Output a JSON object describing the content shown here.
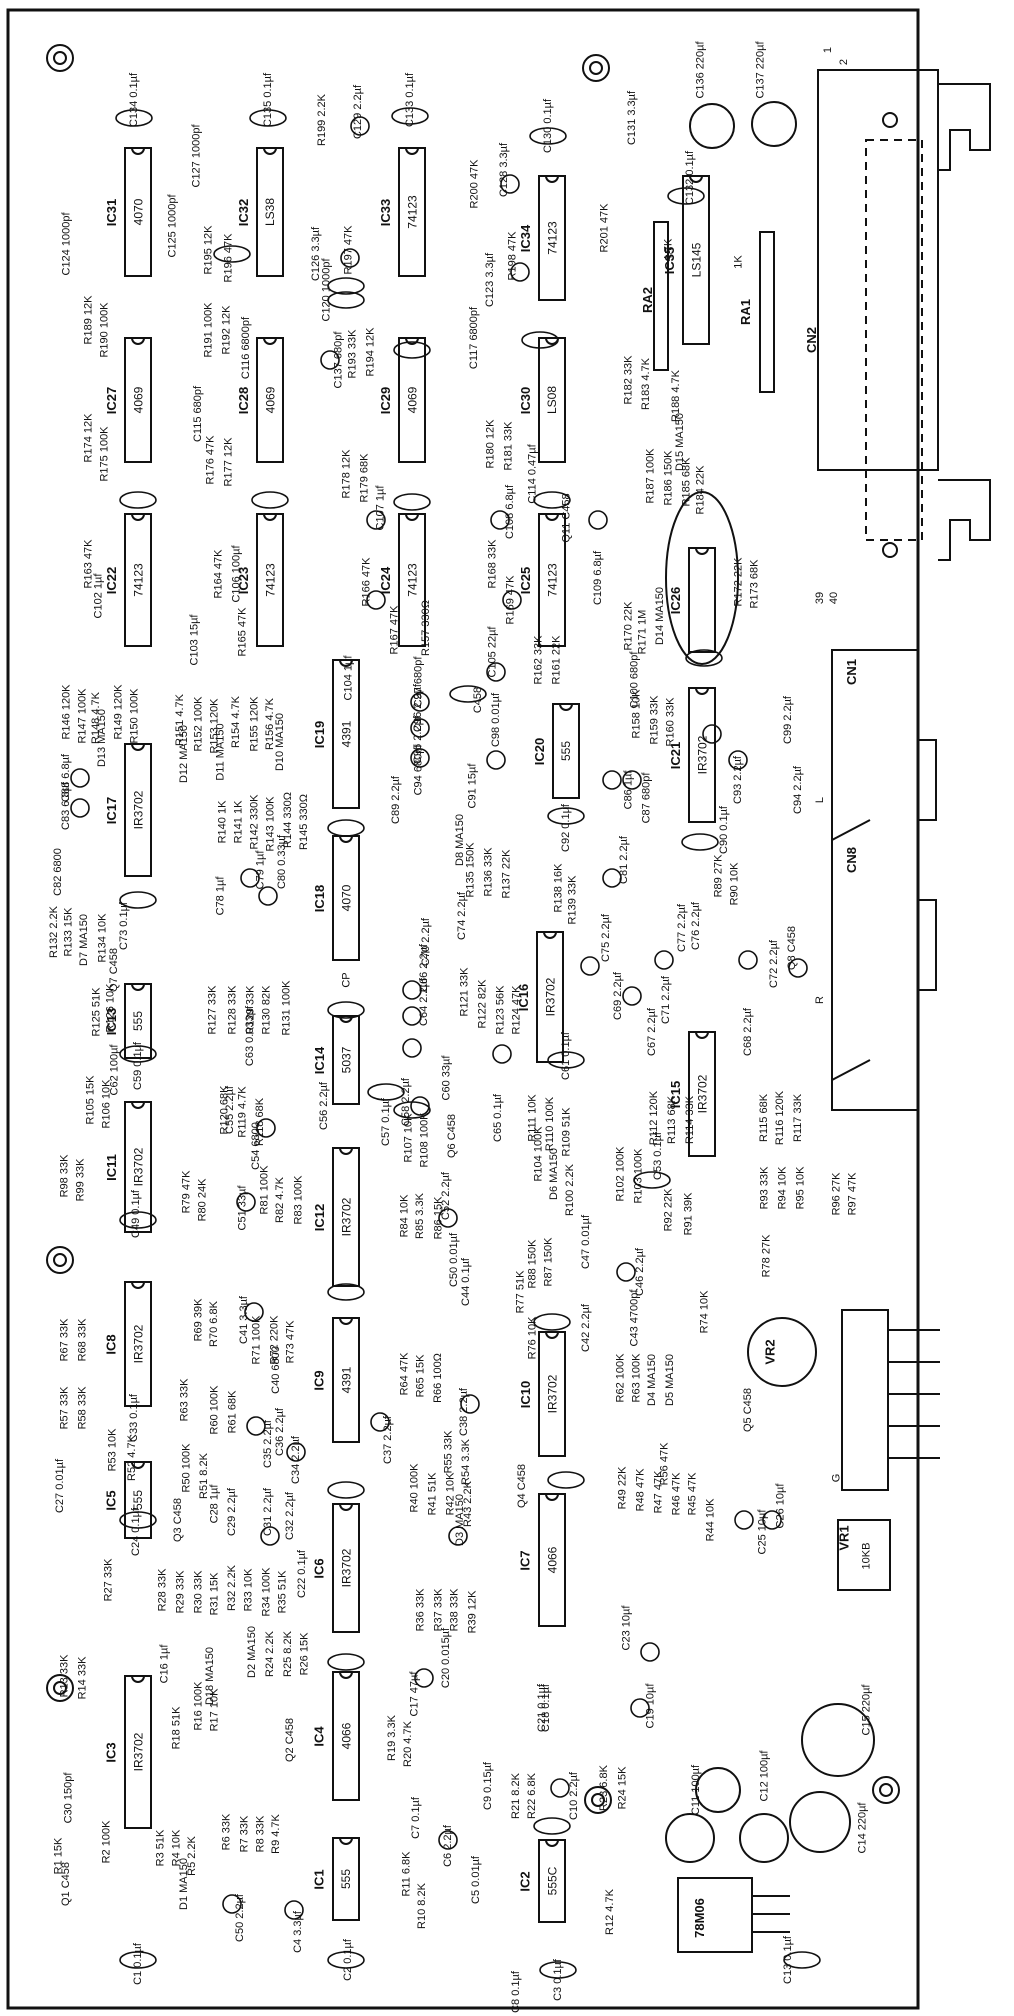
{
  "board": {
    "connectors": {
      "cn1": "CN1",
      "cn2": "CN2",
      "cn8": "CN8",
      "cn2_pin1": "1",
      "cn2_pin2": "2",
      "cn2_pin39": "39",
      "cn2_pin40": "40",
      "pin_g": "G",
      "pin_l": "L",
      "pin_r": "R"
    },
    "regulator": "78M06",
    "vr1": "VR1",
    "vr1_value": "10KB",
    "vr2": "VR2",
    "ics": [
      {
        "ref": "IC31",
        "part": "4070"
      },
      {
        "ref": "IC32",
        "part": "LS38"
      },
      {
        "ref": "IC33",
        "part": "74123"
      },
      {
        "ref": "IC34",
        "part": "74123"
      },
      {
        "ref": "IC35",
        "part": "LS145"
      },
      {
        "ref": "IC27",
        "part": "4069"
      },
      {
        "ref": "IC28",
        "part": "4069"
      },
      {
        "ref": "IC29",
        "part": "4069"
      },
      {
        "ref": "IC30",
        "part": "LS08"
      },
      {
        "ref": "IC22",
        "part": "74123"
      },
      {
        "ref": "IC23",
        "part": "74123"
      },
      {
        "ref": "IC24",
        "part": "74123"
      },
      {
        "ref": "IC25",
        "part": "74123"
      },
      {
        "ref": "IC26",
        "part": ""
      },
      {
        "ref": "IC17",
        "part": "IR3702"
      },
      {
        "ref": "IC18",
        "part": "4070"
      },
      {
        "ref": "IC19",
        "part": "4391"
      },
      {
        "ref": "IC20",
        "part": "555"
      },
      {
        "ref": "IC21",
        "part": "IR3702"
      },
      {
        "ref": "IC13",
        "part": "555"
      },
      {
        "ref": "IC14",
        "part": "5037"
      },
      {
        "ref": "IC16",
        "part": "IR3702"
      },
      {
        "ref": "IC15",
        "part": "IR3702"
      },
      {
        "ref": "IC11",
        "part": "IR3702"
      },
      {
        "ref": "IC12",
        "part": "IR3702"
      },
      {
        "ref": "IC8",
        "part": "IR3702"
      },
      {
        "ref": "IC9",
        "part": "4391"
      },
      {
        "ref": "IC10",
        "part": "IR3702"
      },
      {
        "ref": "IC5",
        "part": "555"
      },
      {
        "ref": "IC6",
        "part": "IR3702"
      },
      {
        "ref": "IC7",
        "part": "4066"
      },
      {
        "ref": "IC3",
        "part": "IR3702"
      },
      {
        "ref": "IC4",
        "part": "4066"
      },
      {
        "ref": "IC1",
        "part": "555"
      },
      {
        "ref": "IC2",
        "part": "555C"
      }
    ],
    "ras": [
      {
        "ref": "RA2",
        "value": "4.7K"
      },
      {
        "ref": "RA1",
        "value": "1K"
      }
    ],
    "labels": {
      "c134": "C134 0.1µf",
      "c135": "C135 0.1µf",
      "c133": "C133 0.1µf",
      "c130": "C130 0.1µf",
      "c131": "C131 3.3µf",
      "c136": "C136 220µf",
      "c137": "C137 220µf",
      "c124": "C124 1000pf",
      "c125": "C125 1000pf",
      "c127": "C127 1000pf",
      "r195": "R195 12K",
      "r196": "R196 47K",
      "r199": "R199 2.2K",
      "c129": "C129 2.2µf",
      "c126": "C126 3.3µf",
      "r197": "R197 47K",
      "r200": "R200 47K",
      "c128": "C128 3.3µf",
      "c123": "C123 3.3µf",
      "r198": "R198 47K",
      "r201": "R201 47K",
      "c132": "C132 0.1µf",
      "r189": "R189 12K",
      "r190": "R190 100K",
      "r191": "R191 100K",
      "r192": "R192 12K",
      "c116": "C116 6800pf",
      "c120": "C120 1000pf",
      "c137b": "C137 680pf",
      "r193": "R193 33K",
      "r194": "R194 12K",
      "c117": "C117 6800pf",
      "r182": "R182 33K",
      "r183": "R183 4.7K",
      "r188": "R188 4.7K",
      "d15": "D15 MA150",
      "r174": "R174 12K",
      "r175": "R175 100K",
      "c115": "C115 680pf",
      "r176": "R176 47K",
      "r177": "R177 12K",
      "r178": "R178 12K",
      "r179": "R179 68K",
      "r180": "R180 12K",
      "r181": "R181 33K",
      "c114": "C114 0.47µf",
      "q11": "Q11 C458",
      "r187": "R187 100K",
      "r186": "R186 150K",
      "r185": "R185 68K",
      "r184": "R184 22K",
      "r163": "R163 47K",
      "c102": "C102 1µf",
      "r164": "R164 47K",
      "c106": "C106 100µf",
      "c107": "C107 1µf",
      "c103": "C103 15µf",
      "r165": "R165 47K",
      "r166": "R166 47K",
      "r167": "R167 47K",
      "c104": "C104 1µf",
      "r168": "R168 33K",
      "c108": "C108 6.8µf",
      "r169": "R169 47K",
      "c105": "C105 22µf",
      "c109": "C109 6.8µf",
      "r170": "R170 22K",
      "r171": "R171 1M",
      "d14": "D14 MA150",
      "r172": "R172 22K",
      "r173": "R173 68K",
      "r146": "R146 120K",
      "r147": "R147 100K",
      "r148": "R148 4.7K",
      "d13": "D13 MA150",
      "r149": "R149 120K",
      "r150": "R150 100K",
      "r151": "R151 4.7K",
      "d12": "D12 MA150",
      "r152": "R152 100K",
      "r153": "R153 120K",
      "d11": "D11 MA150",
      "r154": "R154 4.7K",
      "r155": "R155 120K",
      "r156": "R156 4.7K",
      "d10": "D10 MA150",
      "c97": "C97 680pf",
      "c96": "C96 2.2µf",
      "c95": "C95 2.2µf",
      "c94": "C94 680pf",
      "c89": "C89 2.2µf",
      "r157": "R157 330Ω",
      "r162": "R162 33K",
      "r161": "R161 22K",
      "c458": "C458",
      "c100": "C100 680pf",
      "c98": "C98 0.01µf",
      "c91": "C91 15µf",
      "c93": "C93 2.2µf",
      "c99": "C99 2.2µf",
      "c94b": "C94 2.2µf",
      "c88": "C88 6.8µf",
      "c83": "C83 6.8µf",
      "c82": "C82 6800",
      "c73": "C73 0.1µf",
      "r132": "R132 2.2K",
      "r133": "R133 15K",
      "d7": "D7 MA150",
      "r134": "R134 10K",
      "r140": "R140 1K",
      "r141": "R141 1K",
      "r142": "R142 330K",
      "r143": "R143 100K",
      "r144": "R144 330Ω",
      "r145": "R145 330Ω",
      "c78": "C78 1µf",
      "c79": "C79 1µf",
      "c80": "C80 0.33µf",
      "c86": "C86 1µf",
      "c87": "C87 680pf",
      "c92": "C92 0.1µf",
      "r158": "R158 10K",
      "r159": "R159 33K",
      "r160": "R160 33K",
      "d8": "D8 MA150",
      "r135": "R135 150K",
      "r136": "R136 33K",
      "r137": "R137 22K",
      "r138": "R138 16K",
      "r139": "R139 33K",
      "r89": "R89 27K",
      "r90": "R90 10K",
      "c90": "C90 0.1µf",
      "c74": "C74 2.2µf",
      "c81": "C81 2.2µf",
      "c75": "C75 2.2µf",
      "c77": "C77 2.2µf",
      "c76": "C76 2.2µf",
      "c72": "C72 2.2µf",
      "c71": "C71 2.2µf",
      "c69": "C69 2.2µf",
      "c67": "C67 2.2µf",
      "c68": "C68 2.2µf",
      "c70": "C70 2.2µf",
      "c66": "C66 2.2µf",
      "c64": "C64 2.2µf",
      "c60": "C60 33µf",
      "q7": "Q7 C458",
      "q8": "Q8 C458",
      "r121": "R121 33K",
      "r122": "R122 82K",
      "r123": "R123 56K",
      "r124": "R124 47K",
      "r126": "R126 10K",
      "r125": "R125 51K",
      "c62": "C62 100µf",
      "c63": "C63 0.033µf",
      "r127": "R127 33K",
      "r128": "R128 33K",
      "r129": "R129 33K",
      "r130": "R130 82K",
      "r131": "R131 100K",
      "r120": "R120 68K",
      "r119": "R119 4.7K",
      "r118": "R118 68K",
      "r112": "R112 120K",
      "r113": "R113 68K",
      "r114": "R114 33K",
      "r115": "R115 68K",
      "r116": "R116 120K",
      "r117": "R117 33K",
      "c61": "C61 0.1µf",
      "r105": "R105 15K",
      "r106": "R106 10K",
      "c59": "C59 0.1µf",
      "c65": "C65 0.1µf",
      "c57": "C57 0.1µf",
      "r107": "R107 10K",
      "r108": "R108 100K",
      "q6": "Q6 C458",
      "r111": "R111 10K",
      "r110": "R110 100K",
      "r109": "R109 51K",
      "c55": "C55 2.2µf",
      "c56": "C56 2.2µf",
      "c54": "C54 6800",
      "c58": "C58 2.2µf",
      "c52": "C52 2.2µf",
      "r98": "R98 33K",
      "r99": "R99 33K",
      "c49": "C49 0.1µf",
      "r79": "R79 47K",
      "r80": "R80 24K",
      "c51": "C51 33µf",
      "r81": "R81 100K",
      "r82": "R82 4.7K",
      "r83": "R83 100K",
      "r84": "R84 10K",
      "r85": "R85 3.3K",
      "r86": "R86 15K",
      "c50": "C50 0.01µf",
      "c44": "C44 0.1µf",
      "r88": "R88 150K",
      "r87": "R87 150K",
      "c47": "C47 0.01µf",
      "c46": "C46 2.2µf",
      "r100": "R100 2.2K",
      "d6": "D6 MA150",
      "r104": "R104 100K",
      "r102": "R102 100K",
      "r103": "R103 100K",
      "r92": "R92 22K",
      "r91": "R91 39K",
      "c53": "C53 0.1µf",
      "r93": "R93 33K",
      "r94": "R94 10K",
      "r95": "R95 10K",
      "r96": "R96 27K",
      "r97": "R97 47K",
      "r78": "R78 27K",
      "r77": "R77 51K",
      "r76": "R76 10K",
      "c42": "C42 2.2µf",
      "c43": "C43 4700pf",
      "r74": "R74 10K",
      "r67": "R67 33K",
      "r68": "R68 33K",
      "r69": "R69 39K",
      "r70": "R70 6.8K",
      "c41": "C41 3.3µf",
      "r71": "R71 100K",
      "r72": "R72 220K",
      "r73": "R73 47K",
      "c40": "C40 6800",
      "r63": "R63 33K",
      "r60": "R60 100K",
      "r61": "R61 68K",
      "r64": "R64 47K",
      "r65": "R65 15K",
      "r66": "R66 100Ω",
      "c38": "C38 2.2µf",
      "c37": "C37 2.2µf",
      "r62": "R62 100K",
      "r63b": "R63 100K",
      "d4": "D4 MA150",
      "d5": "D5 MA150",
      "q5": "Q5 C458",
      "r57": "R57 33K",
      "r58": "R58 33K",
      "c33": "C33 0.1µf",
      "r53": "R53 10K",
      "r52": "R52 4.7K",
      "r50": "R50 100K",
      "r51": "R51 8.2K",
      "c35": "C35 2.2µf",
      "c36": "C36 2.2µf",
      "c34": "C34 2.2µf",
      "r55": "R55 33K",
      "r54": "R54 3.3K",
      "q4": "Q4 C458",
      "r56": "R56 47K",
      "c27": "C27 0.01µf",
      "c24": "C24 0.1µf",
      "q3": "Q3 C458",
      "c28": "C28 1µf",
      "c29": "C29 2.2µf",
      "c31": "C31 2.2µf",
      "c32": "C32 2.2µf",
      "r40": "R40 100K",
      "r41": "R41 51K",
      "r42": "R42 10K",
      "r43": "R43 2.2K",
      "d3": "D3 MA150",
      "r49": "R49 22K",
      "r48": "R48 47K",
      "r47": "R47 47K",
      "r46": "R46 47K",
      "r45": "R45 47K",
      "r44": "R44 10K",
      "c26": "C26 10µf",
      "c25": "C25 10µf",
      "r27": "R27 33K",
      "r28": "R28 33K",
      "r29": "R29 33K",
      "r30": "R30 33K",
      "r31": "R31 15K",
      "r32": "R32 2.2K",
      "r33": "R33 10K",
      "r34": "R34 100K",
      "r35": "R35 51K",
      "c22": "C22 0.1µf",
      "c16": "C16 1µf",
      "d2": "D2 MA150",
      "r24": "R24 2.2K",
      "r25": "R25 8.2K",
      "r26": "R26 15K",
      "r36": "R36 33K",
      "r37": "R37 33K",
      "r38": "R38 33K",
      "r39": "R39 12K",
      "c23": "C23 10µf",
      "c21": "C21 0.1µf",
      "c20": "C20 0.015µf",
      "c17": "C17 47µf",
      "c18": "C18 0.1µf",
      "c19": "C19 10µf",
      "r13": "R13 33K",
      "r14": "R14 33K",
      "r16": "R16 100K",
      "r17": "R17 10K",
      "d18": "D18 MA150",
      "r18": "R18 51K",
      "r19": "R19 3.3K",
      "r20": "R20 4.7K",
      "q2": "Q2 C458",
      "r1": "R1 15K",
      "r2": "R2 100K",
      "r3": "R3 51K",
      "r4": "R4 10K",
      "r5": "R5 2.2K",
      "d1": "D1 MA150",
      "r6": "R6 33K",
      "r7": "R7 33K",
      "r8": "R8 33K",
      "r9": "R9 4.7K",
      "c30": "C30 150pf",
      "q1": "Q1 C458",
      "c50b": "C50 2.2µf",
      "c4": "C4 3.3µf",
      "c1": "C1 0.1µf",
      "c2": "C2 0.1µf",
      "c5": "C5 0.01µf",
      "r10": "R10 8.2K",
      "r11": "R11 6.8K",
      "c7": "C7 0.1µf",
      "c6": "C6 2.2µf",
      "c9": "C9 0.15µf",
      "r21": "R21 8.2K",
      "r22": "R22 6.8K",
      "c10": "C10 2.2µf",
      "r23": "R23 6.8K",
      "r24b": "R24 15K",
      "r12": "R12 4.7K",
      "c3": "C3 0.1µf",
      "c8": "C8 0.1µf",
      "c11": "C11 100µf",
      "c12": "C12 100µf",
      "c13": "C13 0.1µf",
      "c14": "C14 220µf",
      "c15": "C15 220µf",
      "cp": "CP"
    }
  }
}
